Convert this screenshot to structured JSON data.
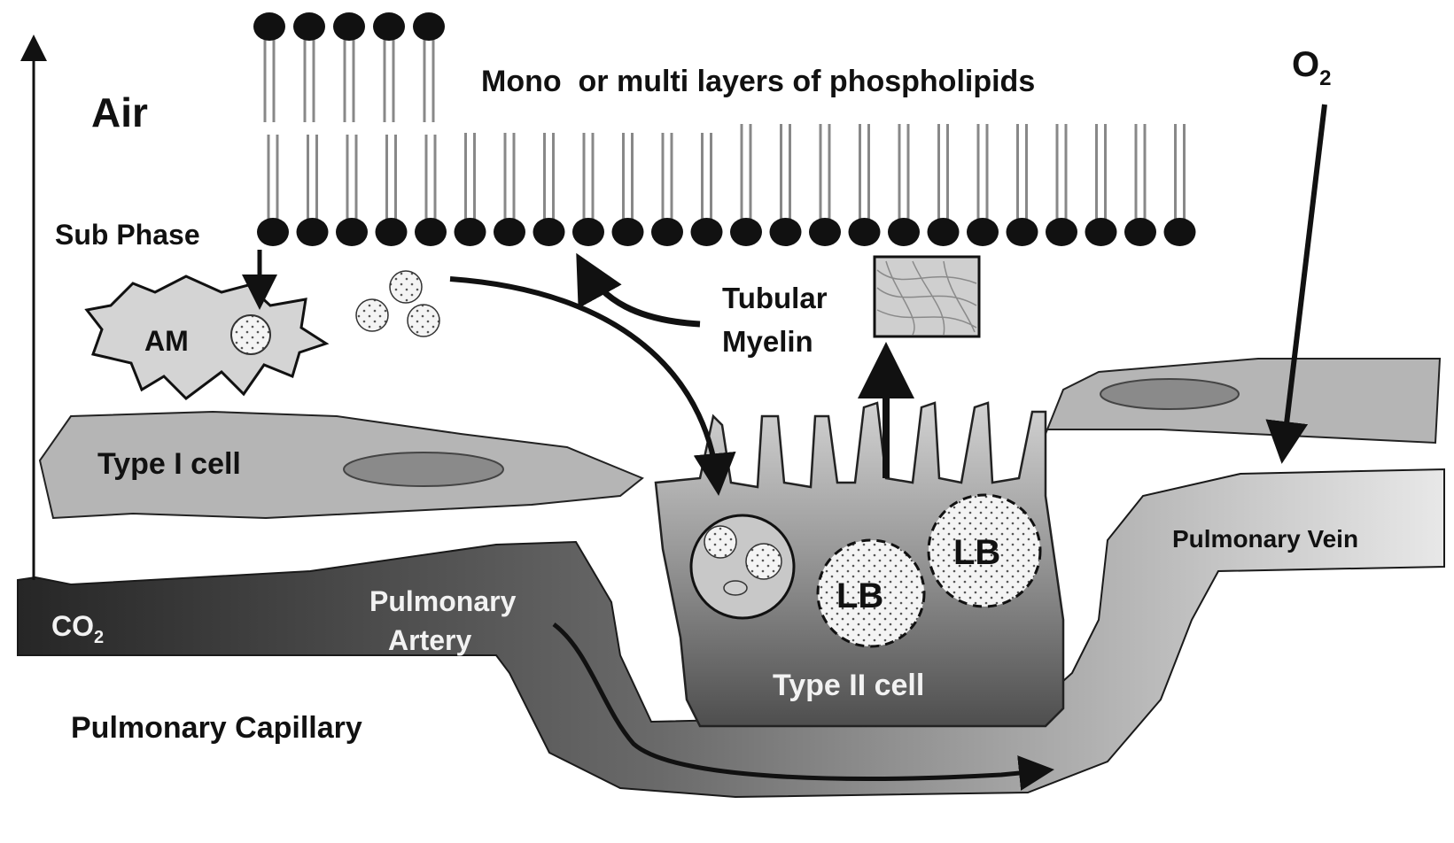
{
  "labels": {
    "air": "Air",
    "phospholipids": "Mono  or multi layers of phospholipids",
    "o2_main": "O",
    "o2_sub": "2",
    "sub_phase": "Sub Phase",
    "am": "AM",
    "tubular": "Tubular",
    "myelin": "Myelin",
    "type1": "Type I cell",
    "type2": "Type II cell",
    "lb1": "LB",
    "lb2": "LB",
    "pulmonary_vein": "Pulmonary Vein",
    "co2_main": "CO",
    "co2_sub": "2",
    "pulmonary": "Pulmonary",
    "artery": "Artery",
    "pulmonary_capillary": "Pulmonary Capillary"
  },
  "colors": {
    "ink": "#111111",
    "cell_gray": "#b8b8b8",
    "light_fill": "#e6e6e6",
    "dark_vessel": "#3a3a3a"
  }
}
